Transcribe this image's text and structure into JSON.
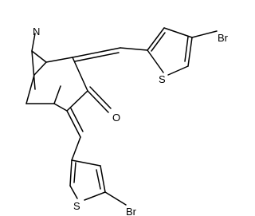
{
  "diagram": {
    "type": "chemical-structure",
    "atoms": {
      "n": "N",
      "o": "O",
      "s_upper": "S",
      "br_upper": "Br",
      "s_lower": "S",
      "br_lower": "Br"
    },
    "colors": {
      "line": "#000000",
      "background": "#ffffff"
    }
  }
}
